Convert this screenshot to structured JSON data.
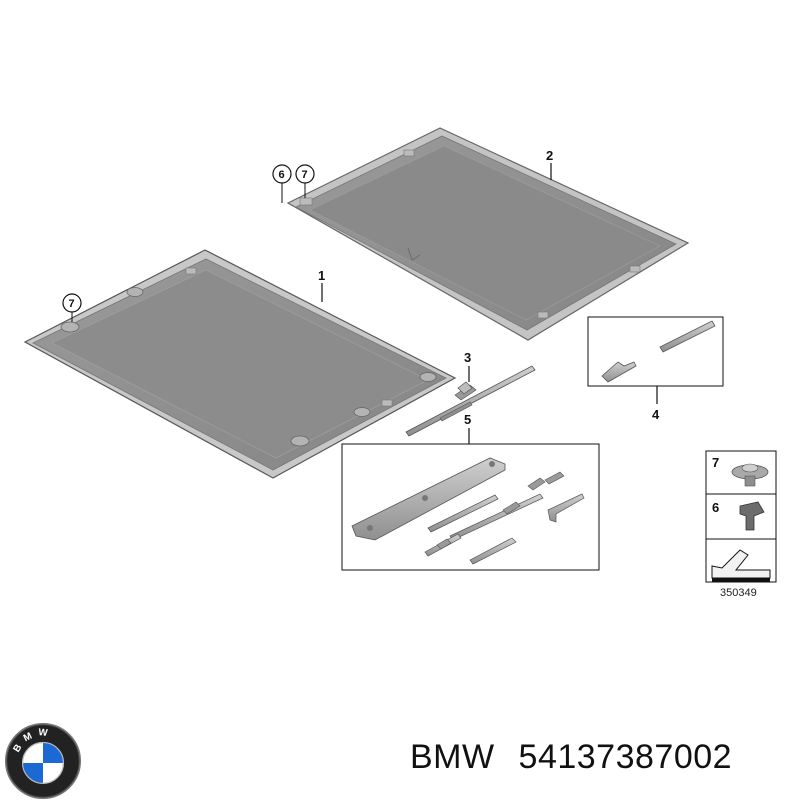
{
  "diagram": {
    "callouts": [
      "1",
      "2",
      "3",
      "4",
      "5",
      "6",
      "7"
    ],
    "circle_labels": {
      "panel2_left": "6",
      "panel2_right": "7",
      "panel1": "7"
    },
    "legend": {
      "row1": "7",
      "row2": "6"
    },
    "reference": "350349"
  },
  "brand": {
    "name": "BMW",
    "part_number": "54137387002",
    "logo_letters": "BMW"
  },
  "colors": {
    "panel_fill": "#8e8e8e",
    "panel_edge": "#b9b9b9",
    "panel_outline": "#555555",
    "part_fill": "#a5a5a5",
    "logo_blue": "#1c69d4"
  }
}
